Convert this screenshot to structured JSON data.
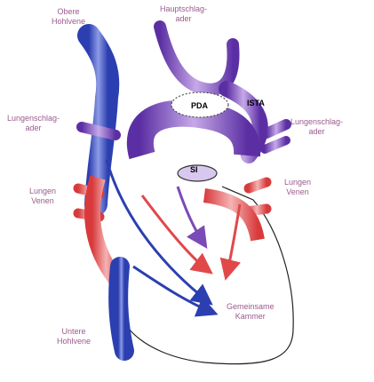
{
  "labels": {
    "upper_vena_cava": [
      "Obere",
      "Hohlvene"
    ],
    "aorta": [
      "Hauptschlag-",
      "ader"
    ],
    "pulmonary_artery_left": [
      "Lungenschlag-",
      "ader"
    ],
    "pulmonary_artery_right": [
      "Lungenschlag-",
      "ader"
    ],
    "pulmonary_veins_left": [
      "Lungen",
      "Venen"
    ],
    "pulmonary_veins_right": [
      "Lungen",
      "Venen"
    ],
    "common_chamber": [
      "Gemeinsame",
      "Kammer"
    ],
    "lower_vena_cava": [
      "Untere",
      "Hohlvene"
    ],
    "pda": "PDA",
    "ista": "ISTA",
    "si": "SI"
  },
  "colors": {
    "venous_blue": "#3b55c9",
    "arterial_red": "#e0484a",
    "mixed_purple": "#7a4bb7",
    "label_purple": "#9b5a8e",
    "outline": "#222222"
  }
}
